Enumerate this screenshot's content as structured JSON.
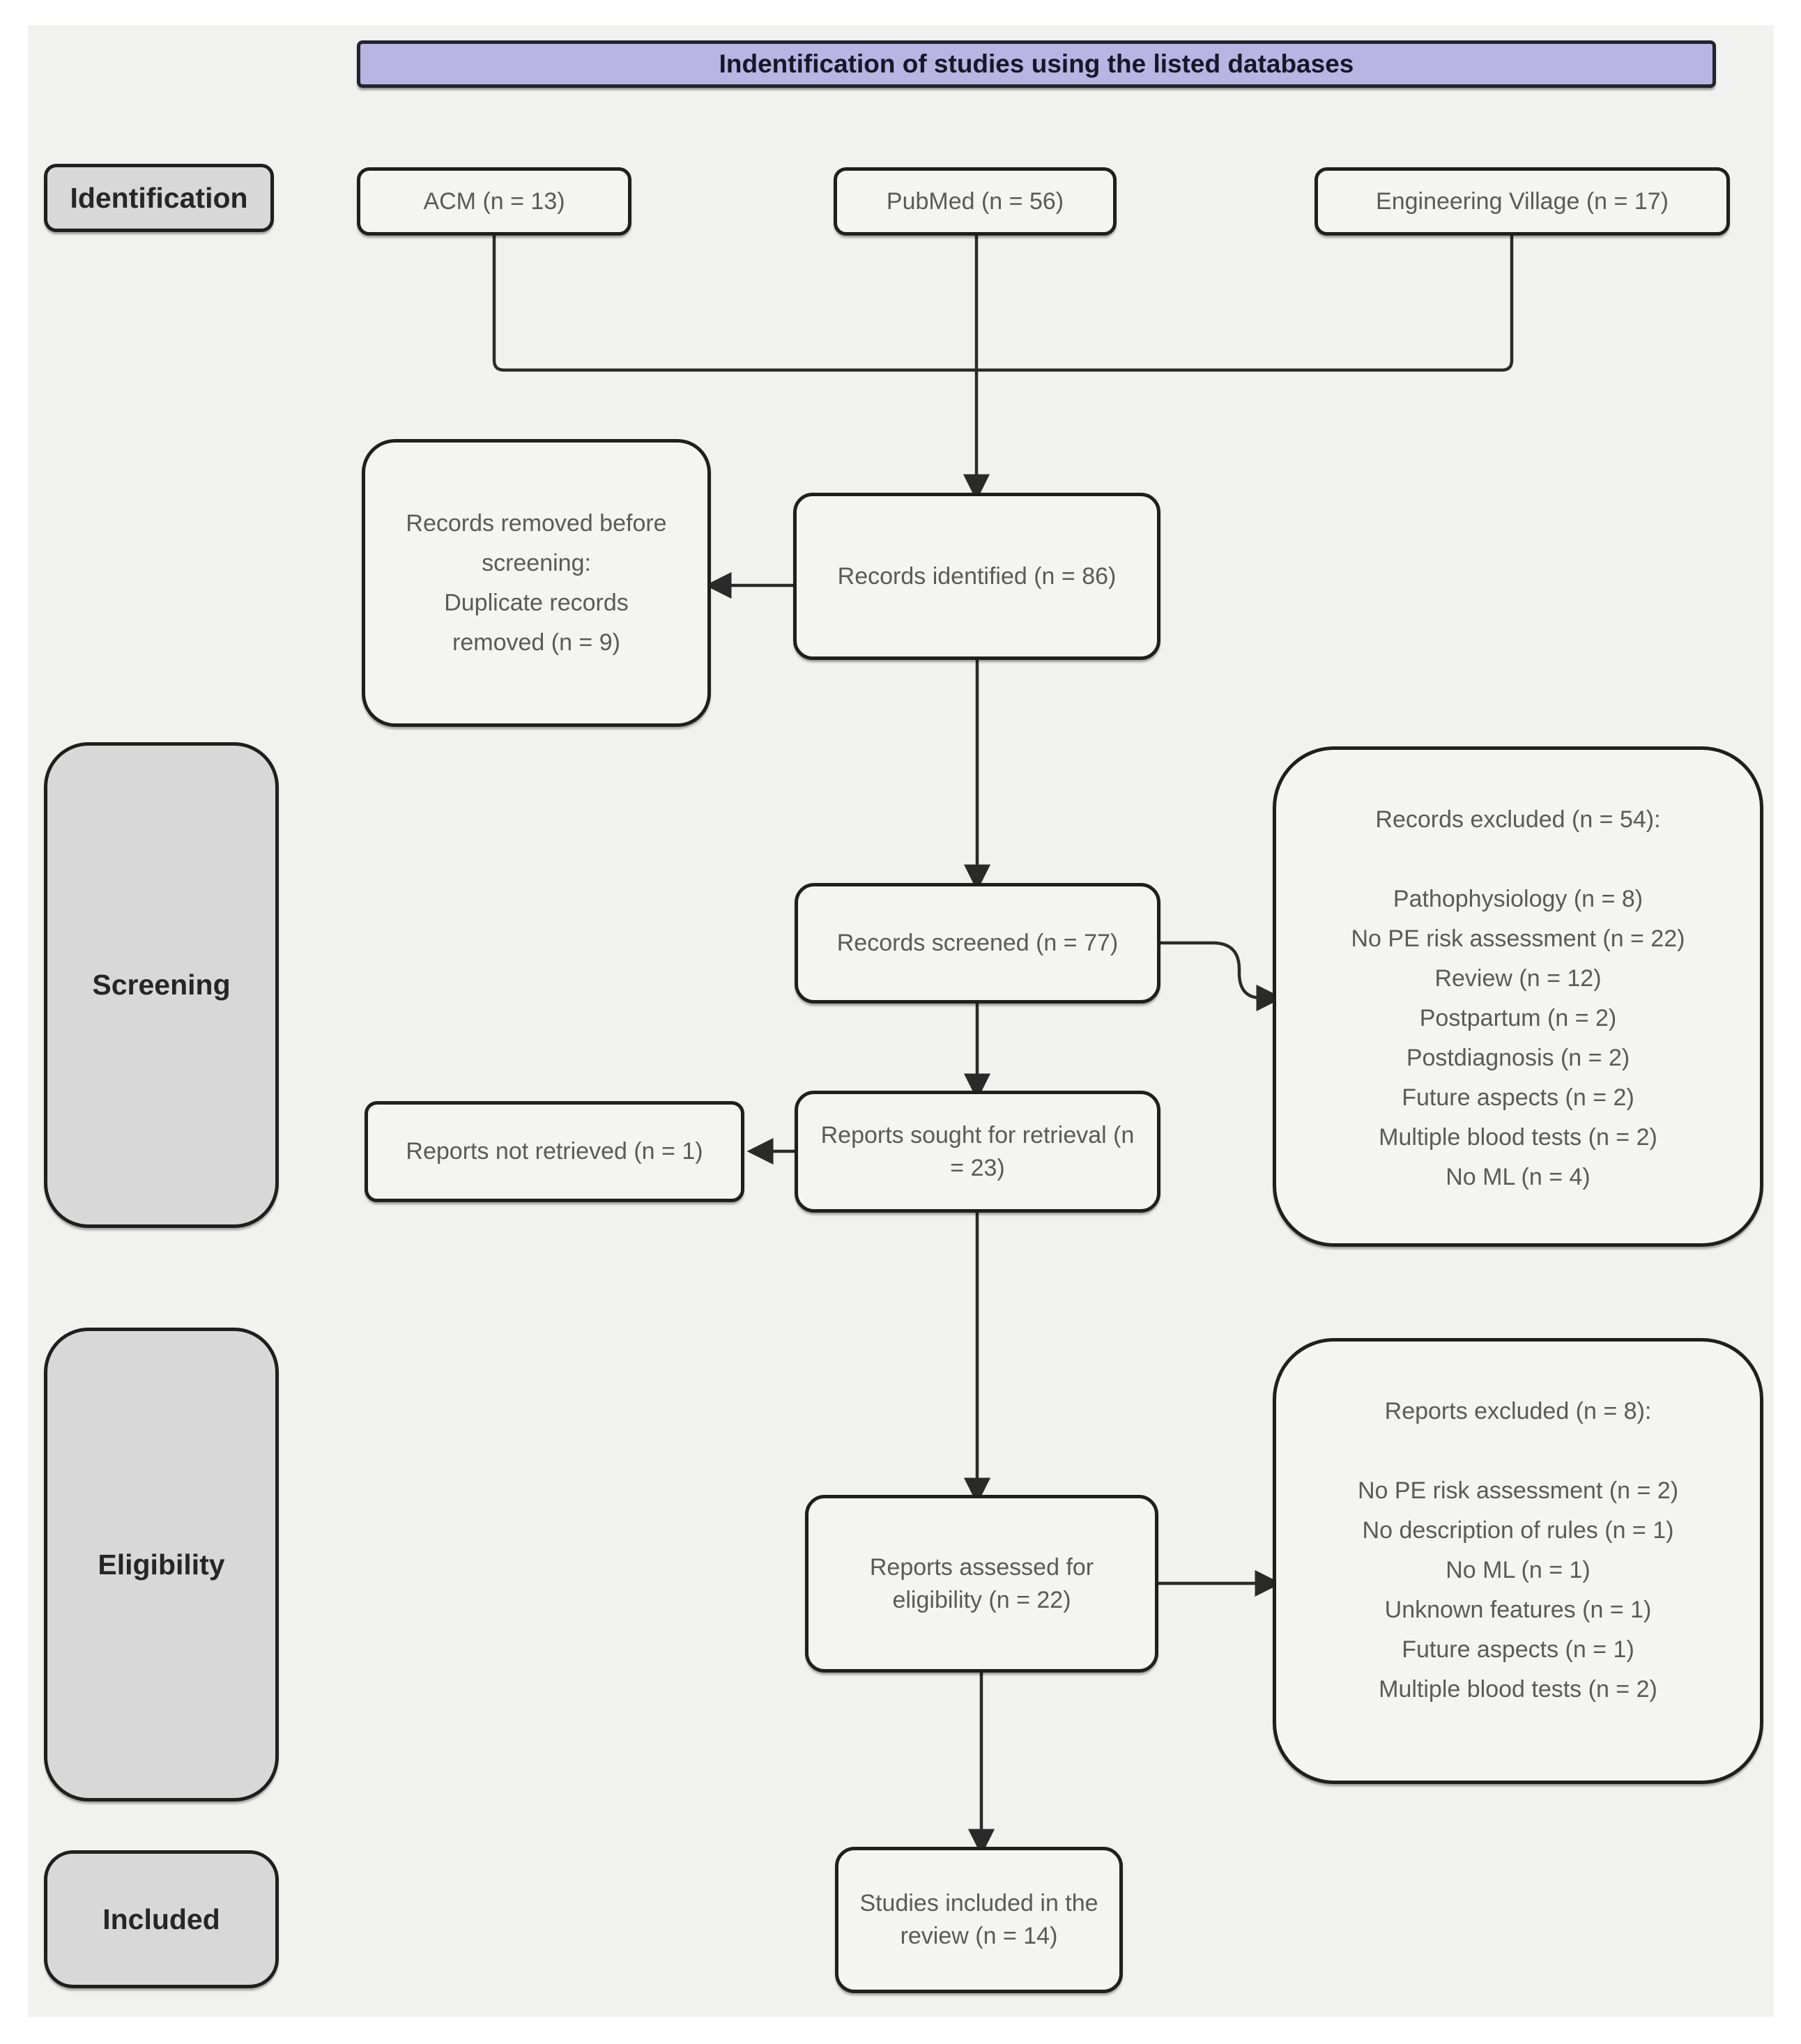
{
  "banner": {
    "label": "Indentification of studies using the listed databases"
  },
  "stages": [
    {
      "label": "Identification"
    },
    {
      "label": "Screening"
    },
    {
      "label": "Eligibility"
    },
    {
      "label": "Included"
    }
  ],
  "sources": [
    {
      "label": "ACM (n = 13)"
    },
    {
      "label": "PubMed (n = 56)"
    },
    {
      "label": "Engineering Village (n = 17)"
    }
  ],
  "nodes": {
    "records_identified": "Records identified (n = 86)",
    "records_removed": {
      "lines": [
        "Records removed before screening:",
        "Duplicate records removed (n = 9)"
      ]
    },
    "records_screened": "Records screened (n = 77)",
    "records_excluded": {
      "title": "Records excluded (n = 54):",
      "items": [
        "Pathophysiology (n = 8)",
        "No PE risk assessment (n = 22)",
        "Review (n = 12)",
        "Postpartum (n = 2)",
        "Postdiagnosis (n = 2)",
        "Future aspects (n = 2)",
        "Multiple blood tests (n = 2)",
        "No ML (n = 4)"
      ]
    },
    "reports_sought": "Reports sought for retrieval (n = 23)",
    "reports_not_retrieved": "Reports not retrieved (n = 1)",
    "reports_assessed": "Reports assessed for eligibility (n = 22)",
    "reports_excluded": {
      "title": "Reports excluded (n = 8):",
      "items": [
        "No PE risk assessment (n = 2)",
        "No description of rules (n = 1)",
        "No ML (n = 1)",
        "Unknown features (n = 1)",
        "Future aspects (n = 1)",
        "Multiple blood tests (n = 2)"
      ]
    },
    "studies_included": "Studies included in the review (n = 14)"
  },
  "colors": {
    "banner_fill": "#b8b5e2",
    "stage_fill": "#d8d8d8",
    "node_fill": "#f4f4f2",
    "canvas_fill": "#f1f1ef",
    "line": "#2a2a2a",
    "text": "#5a5a5a"
  }
}
